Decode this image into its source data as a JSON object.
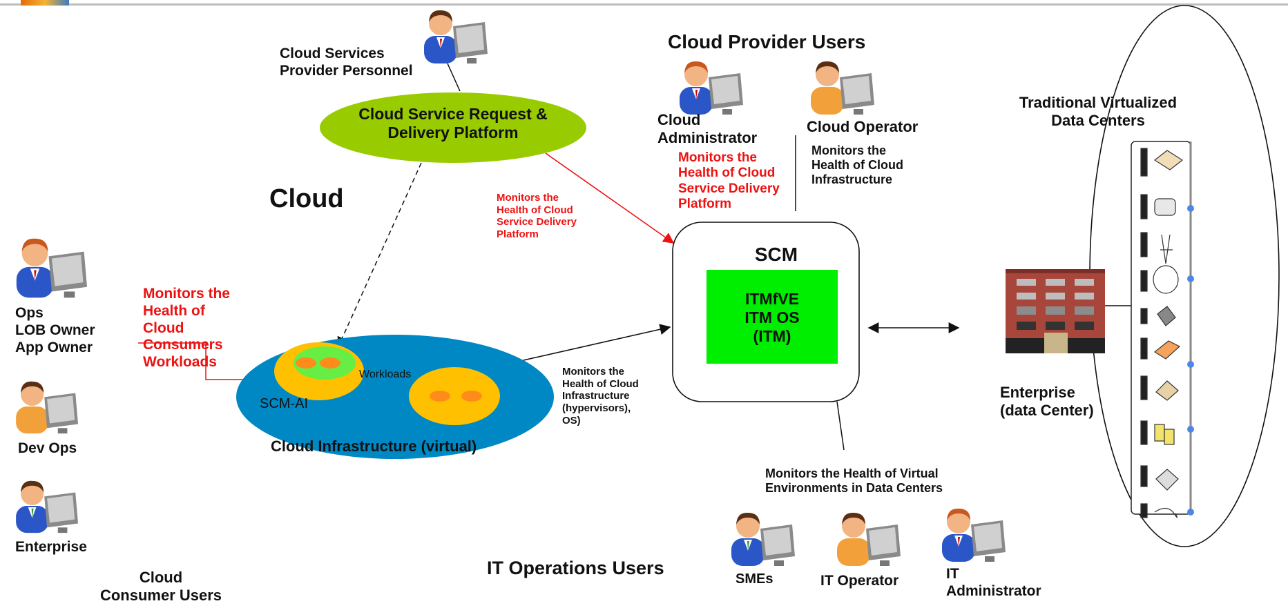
{
  "users": {
    "cloud_services_personnel": "Cloud Services\nProvider Personnel",
    "cloud_provider_title": "Cloud Provider Users",
    "cloud_admin": "Cloud\nAdministrator",
    "cloud_operator": "Cloud Operator",
    "consumer_ops": "Ops\nLOB Owner\nApp Owner",
    "consumer_devops": "Dev Ops",
    "consumer_enterprise": "Enterprise",
    "consumer_title": "Cloud\nConsumer Users",
    "it_ops_title": "IT Operations Users",
    "smes": "SMEs",
    "it_operator": "IT Operator",
    "it_admin": "IT\nAdministrator"
  },
  "platform": {
    "label": "Cloud Service Request &\nDelivery Platform"
  },
  "cloud": {
    "label": "Cloud",
    "infra_label": "Cloud Infrastructure (virtual)",
    "scm_ai": "SCM-AI",
    "workloads": "Workloads"
  },
  "scm": {
    "title": "SCM",
    "inner": "ITMfVE\nITM OS\n(ITM)"
  },
  "annotations": {
    "consumer_monitor": "Monitors the\nHealth of\nCloud\nConsumers\nWorkloads",
    "platform_monitor": "Monitors the\nHealth of Cloud\nService Delivery\nPlatform",
    "admin_monitor": "Monitors the\nHealth of Cloud\nService Delivery\nPlatform",
    "operator_monitor": "Monitors the\nHealth of Cloud\nInfrastructure",
    "infra_monitor": "Monitors the\nHealth of Cloud\nInfrastructure\n(hypervisors),\nOS)",
    "dc_monitor": "Monitors the Health of Virtual\nEnvironments in Data Centers"
  },
  "datacenter": {
    "title": "Traditional Virtualized\nData Centers",
    "enterprise": "Enterprise\n(data Center)"
  },
  "colors": {
    "platform_green": "#99cc00",
    "infra_blue": "#0088c4",
    "workload_yellow": "#ffc000",
    "scm_green": "#00ee00",
    "red": "#ee1111"
  }
}
